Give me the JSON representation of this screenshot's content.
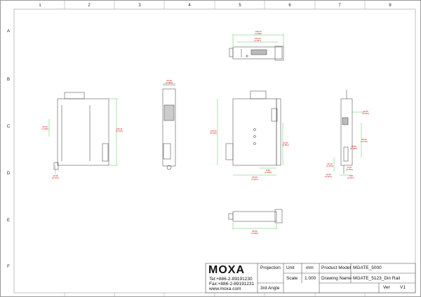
{
  "grid": {
    "columns": [
      "1",
      "2",
      "3",
      "4",
      "5",
      "6",
      "7",
      "8"
    ],
    "rows": [
      "A",
      "B",
      "C",
      "D",
      "E",
      "F"
    ]
  },
  "title_block": {
    "logo": "MOXA",
    "tel": "Tel:+886-2-89191230",
    "fax": "Fax:+886-2-89191231",
    "web": "www.moxa.com",
    "projection_label": "Projection",
    "projection_value": "3rd Angle",
    "unit_label": "Unit",
    "unit_value": "mm",
    "scale_label": "Scale",
    "scale_value": "1.000",
    "product_model_label": "Product Model",
    "product_model_value": "MGATE_5000",
    "drawing_name_label": "Drawing Name",
    "drawing_name_value": "MGATE_5123_Din Rail",
    "ver_label": "Ver",
    "ver_value": "V1"
  },
  "dimensions": {
    "top_view_width": "108.10\n[4.256]",
    "top_view_inner": "100.00\n[3.937]",
    "left_height": "140.11\n[5.516]",
    "left_small": "30.20\n[1.189]",
    "left_bottom": "12.00\n[0.472]",
    "side_width": "25.00\n[0.984]",
    "front_height": "135.00\n[5.315]",
    "front_width": "99.60\n[3.921]",
    "front_right": "64.80\n[2.551]",
    "front_small": "8.80\n[0.346]",
    "right_top": "12.50\n[0.492]",
    "right_mid": "29.00\n[1.142]",
    "right_a": "22.10\n[0.870]",
    "right_b": "15.86\n[0.625]",
    "right_c": "13.30\n[0.524]",
    "right_d": "8.40\n[0.331]",
    "right_e": "4.00\n[0.157]",
    "bottom_width": "85.50\n[3.366]"
  },
  "colors": {
    "frame": "#9a9a9a",
    "line": "#555555",
    "dimension": "#2db82d",
    "dimension_text": "#d40000"
  }
}
